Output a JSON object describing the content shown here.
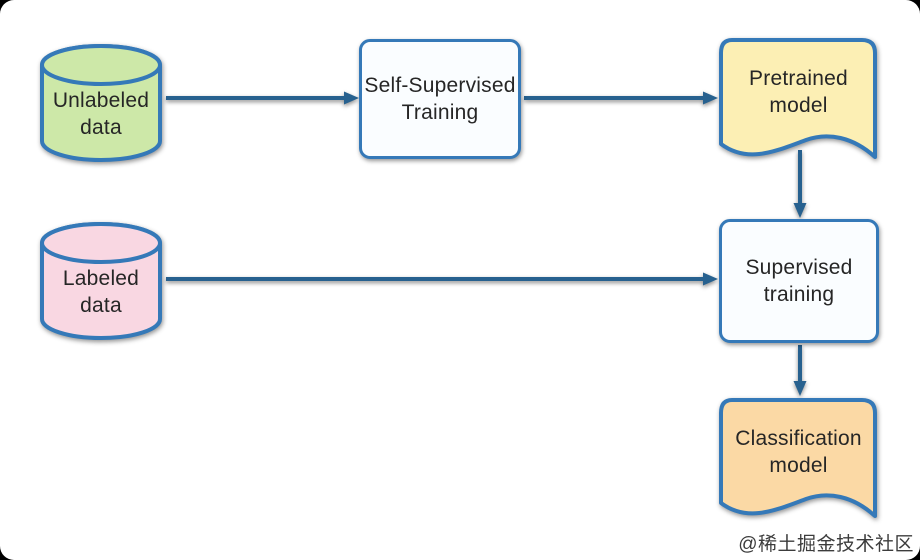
{
  "palette": {
    "arrow": "#27618f",
    "node_border": "#3579b8",
    "text_color": "#262626",
    "watermark_color": "#3c3c3c",
    "canvas_background": "#ffffff"
  },
  "nodes": {
    "unlabeled_data": {
      "label": "Unlabeled data",
      "shape": "cylinder",
      "fill": "#cde8a8"
    },
    "self_supervised_training": {
      "label": "Self-Supervised Training",
      "shape": "rectangle",
      "fill": "#fafdff"
    },
    "pretrained_model": {
      "label": "Pretrained model",
      "shape": "document",
      "fill": "#fcefb4"
    },
    "labeled_data": {
      "label": "Labeled data",
      "shape": "cylinder",
      "fill": "#f9d7e2"
    },
    "supervised_training": {
      "label": "Supervised training",
      "shape": "rectangle",
      "fill": "#fafdff"
    },
    "classification_model": {
      "label": "Classification model",
      "shape": "document",
      "fill": "#fbd9a5"
    }
  },
  "edges": [
    {
      "from": "unlabeled_data",
      "to": "self_supervised_training"
    },
    {
      "from": "self_supervised_training",
      "to": "pretrained_model"
    },
    {
      "from": "pretrained_model",
      "to": "supervised_training"
    },
    {
      "from": "labeled_data",
      "to": "supervised_training"
    },
    {
      "from": "supervised_training",
      "to": "classification_model"
    }
  ],
  "watermark": {
    "text": "@稀土掘金技术社区"
  }
}
